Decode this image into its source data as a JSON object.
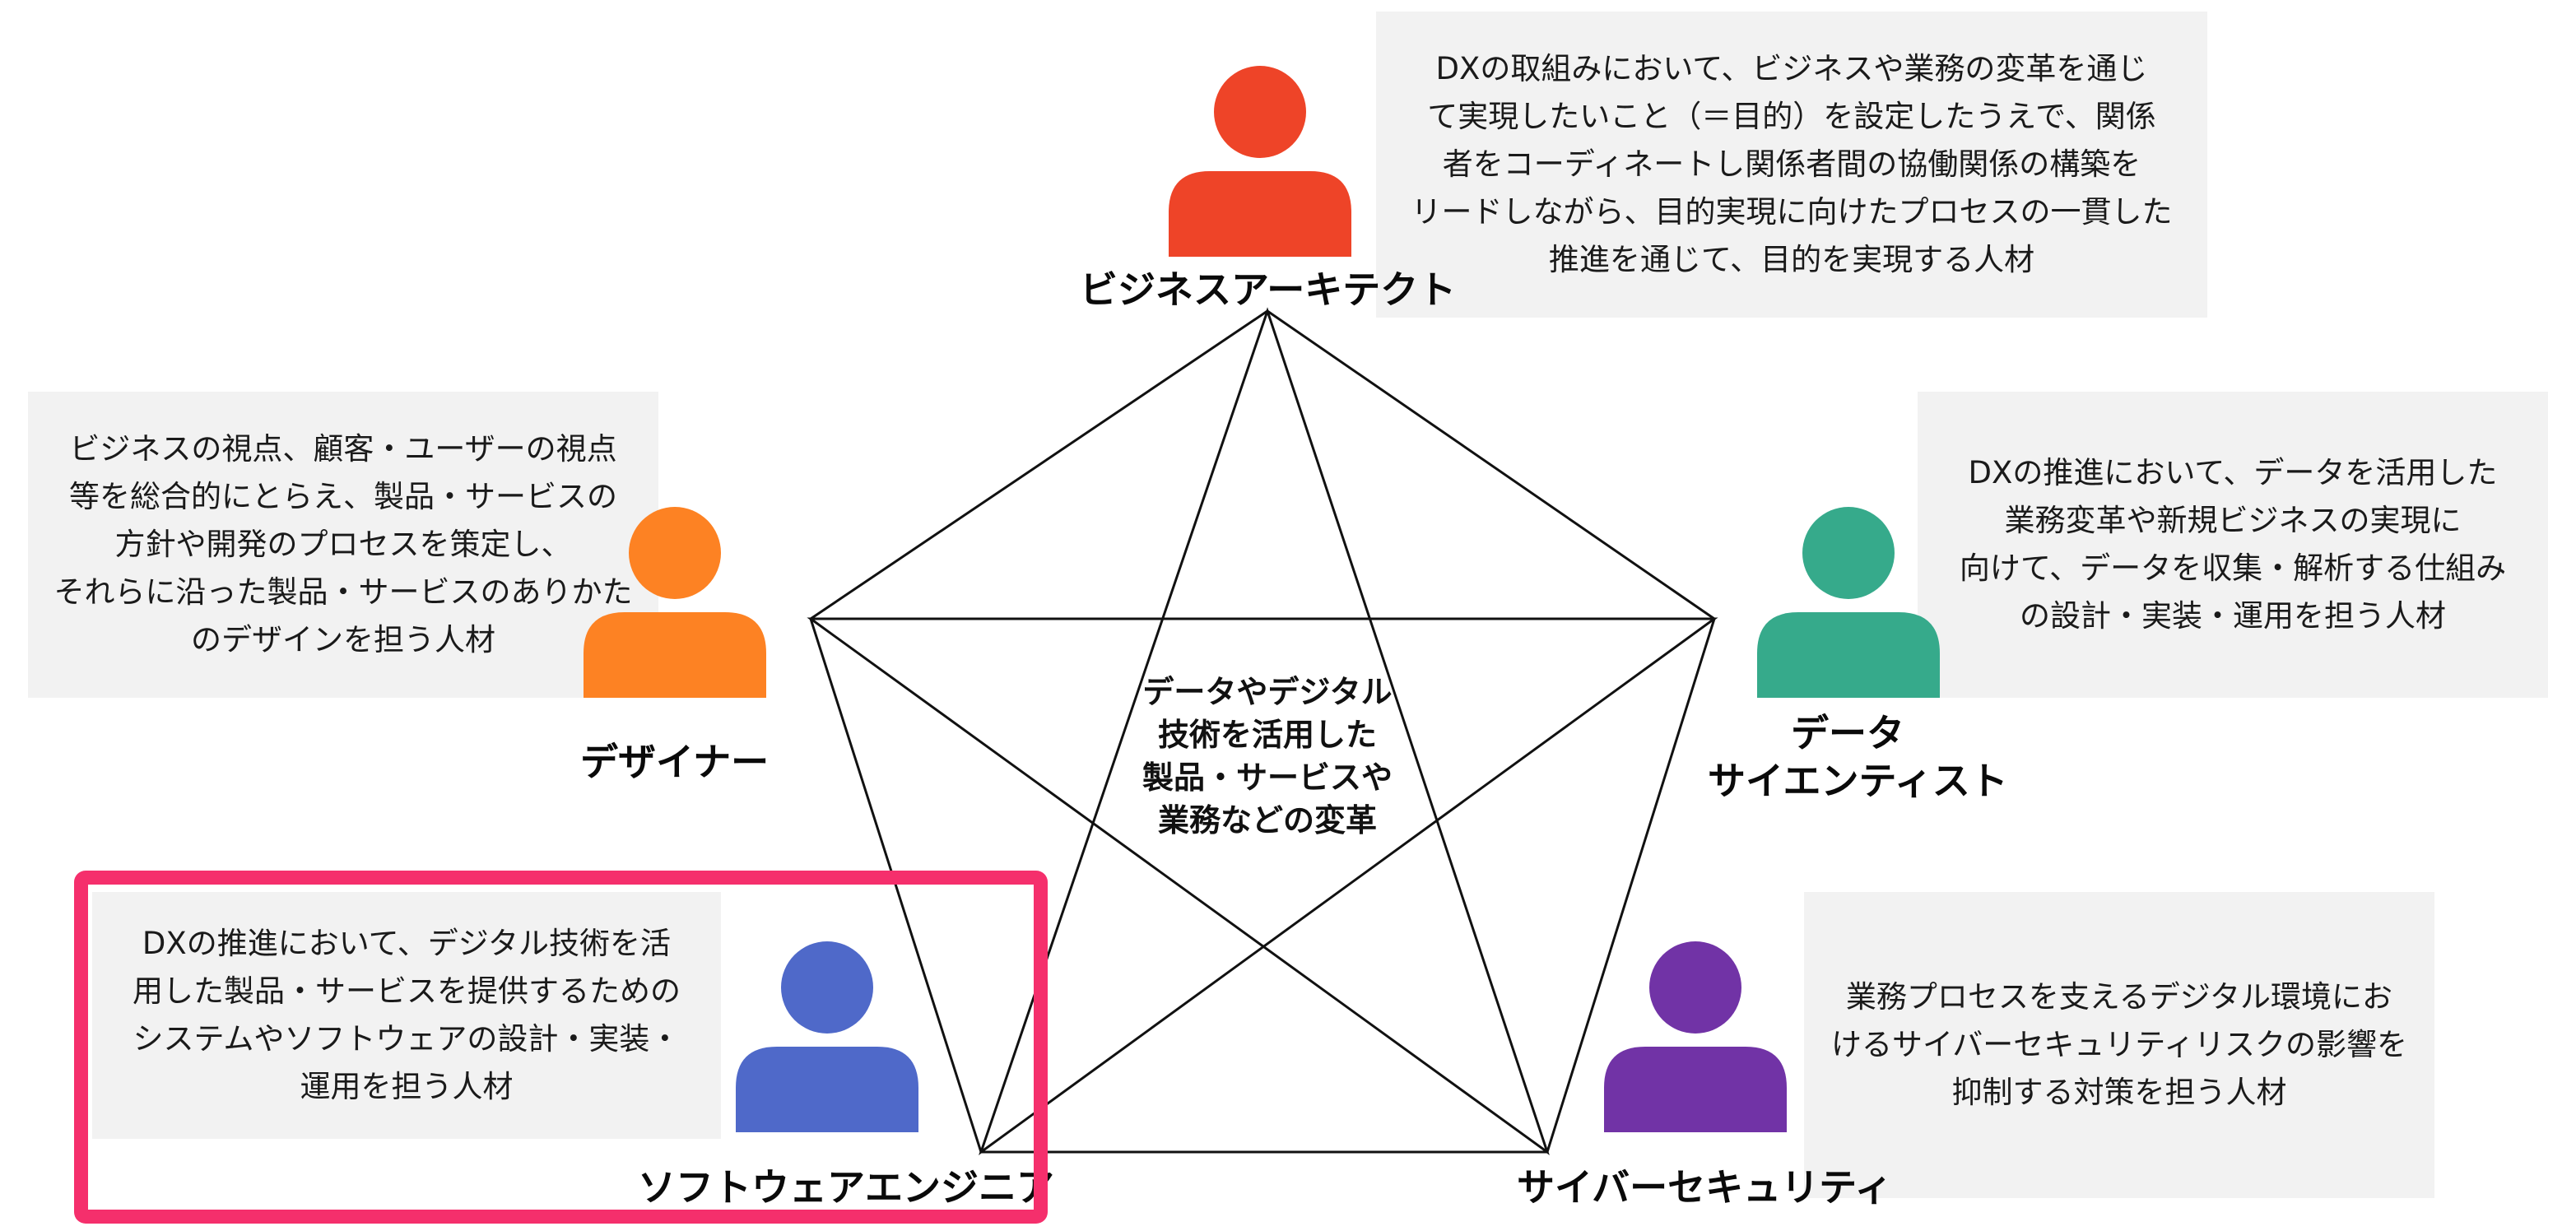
{
  "center": {
    "lines": [
      "データやデジタル",
      "技術を活用した",
      "製品・サービスや",
      "業務などの変革"
    ]
  },
  "roles": {
    "business_architect": {
      "name": [
        "ビジネスアーキテクト"
      ],
      "color": "#ee4428",
      "description": [
        "DXの取組みにおいて、ビジネスや業務の変革を通じ",
        "て実現したいこと（＝目的）を設定したうえで、関係",
        "者をコーディネートし関係者間の協働関係の構築を",
        "リードしながら、目的実現に向けたプロセスの一貫した",
        "推進を通じて、目的を実現する人材"
      ]
    },
    "designer": {
      "name": [
        "デザイナー"
      ],
      "color": "#fd8223",
      "description": [
        "ビジネスの視点、顧客・ユーザーの視点",
        "等を総合的にとらえ、製品・サービスの",
        "方針や開発のプロセスを策定し、",
        "それらに沿った製品・サービスのありかた",
        "のデザインを担う人材"
      ]
    },
    "data_scientist": {
      "name": [
        "データ",
        "サイエンティスト"
      ],
      "color": "#36aa8b",
      "description": [
        "DXの推進において、データを活用した",
        "業務変革や新規ビジネスの実現に",
        "向けて、データを収集・解析する仕組み",
        "の設計・実装・運用を担う人材"
      ]
    },
    "software_engineer": {
      "name": [
        "ソフトウェアエンジニア"
      ],
      "color": "#4f69c9",
      "description": [
        "DXの推進において、デジタル技術を活",
        "用した製品・サービスを提供するための",
        "システムやソフトウェアの設計・実装・",
        "運用を担う人材"
      ]
    },
    "cyber_security": {
      "name": [
        "サイバーセキュリティ"
      ],
      "color": "#7133a6",
      "description": [
        "業務プロセスを支えるデジタル環境にお",
        "けるサイバーセキュリティリスクの影響を",
        "抑制する対策を担う人材"
      ]
    }
  },
  "highlight": {
    "color": "#f52f6c",
    "target": "software_engineer"
  }
}
